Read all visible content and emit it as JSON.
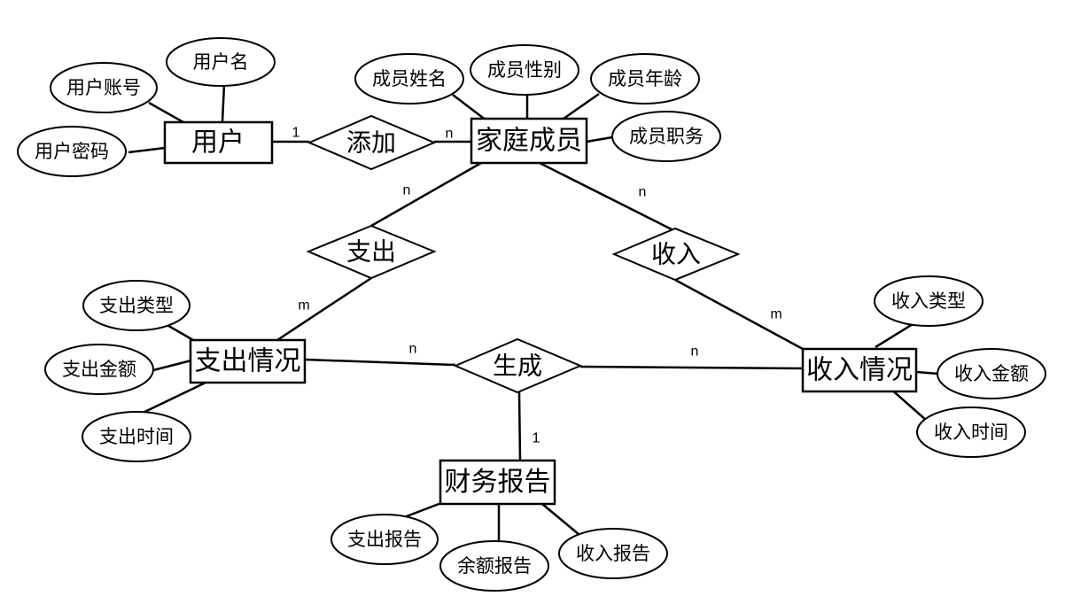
{
  "entities": {
    "user": "用户",
    "family_member": "家庭成员",
    "expense": "支出情况",
    "income": "收入情况",
    "report": "财务报告"
  },
  "relationships": {
    "add": "添加",
    "spend": "支出",
    "earn": "收入",
    "generate": "生成"
  },
  "attributes": {
    "user_account": "用户账号",
    "user_name": "用户名",
    "user_password": "用户密码",
    "member_name": "成员姓名",
    "member_gender": "成员性别",
    "member_age": "成员年龄",
    "member_job": "成员职务",
    "expense_type": "支出类型",
    "expense_amount": "支出金额",
    "expense_time": "支出时间",
    "income_type": "收入类型",
    "income_amount": "收入金额",
    "income_time": "收入时间",
    "expense_report": "支出报告",
    "balance_report": "余额报告",
    "income_report": "收入报告"
  },
  "cardinalities": {
    "add_user": "1",
    "add_member": "n",
    "spend_member": "n",
    "spend_expense": "m",
    "earn_member": "n",
    "earn_income": "m",
    "generate_expense": "n",
    "generate_income": "n",
    "generate_report": "1"
  }
}
